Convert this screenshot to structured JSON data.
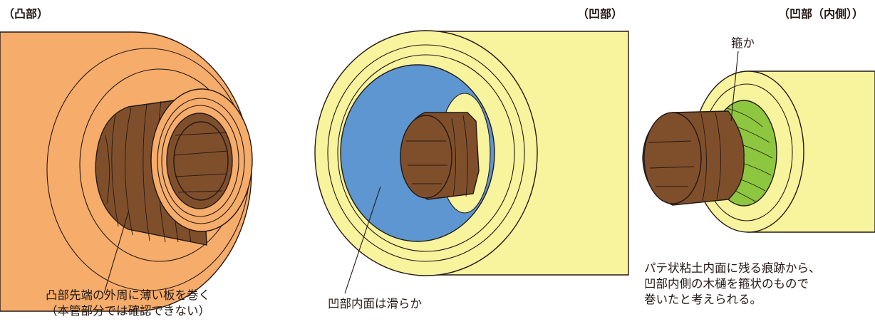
{
  "panels": {
    "convex": {
      "title": "（凸部）",
      "caption_lines": [
        "凸部先端の外周に薄い板を巻く",
        "（本管部分では確認できない）"
      ]
    },
    "concave": {
      "title": "（凹部）",
      "caption_lines": [
        "凹部内面は滑らか"
      ]
    },
    "concave_inner": {
      "title": "（凹部（内側））",
      "callout": "箍か",
      "caption_lines": [
        "パテ状粘土内面に残る痕跡から、",
        "凹部内側の木樋を箍状のもので",
        "巻いたと考えられる。"
      ]
    }
  },
  "colors": {
    "clay_orange": "#f6ac6a",
    "clay_yellow": "#f8f39d",
    "wood_brown": "#7f4f2b",
    "inner_blue": "#5d96d0",
    "hoop_green": "#8dc63f",
    "outline": "#231815"
  }
}
